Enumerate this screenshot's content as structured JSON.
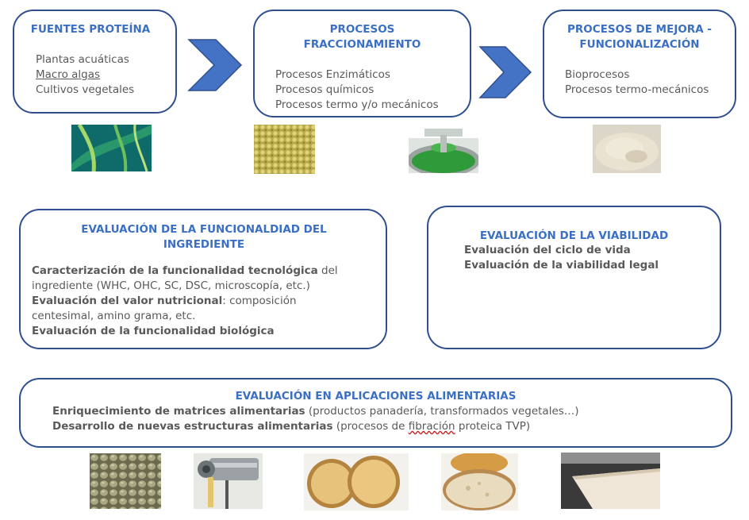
{
  "boxes": {
    "fuentes": {
      "title": "FUENTES PROTEÍNA",
      "items": [
        "Plantas acuáticas",
        "Macro algas",
        "Cultivos vegetales"
      ]
    },
    "procesos": {
      "title_line1": "PROCESOS",
      "title_line2": "FRACCIONAMIENTO",
      "items": [
        "Procesos Enzimáticos",
        "Procesos químicos",
        "Procesos termo y/o mecánicos"
      ]
    },
    "mejora": {
      "title_line1": "PROCESOS DE MEJORA -",
      "title_line2": "FUNCIONALIZACIÓN",
      "items": [
        "Bioprocesos",
        "Procesos termo-mecánicos"
      ]
    },
    "funcionalidad": {
      "title_line1": "EVALUACIÓN DE LA FUNCIONALDIAD DEL",
      "title_line2": "INGREDIENTE",
      "l1_bold": "Caracterización de la funcionalidad tecnológica",
      "l1_rest": " del",
      "l2": "ingrediente (WHC, OHC, SC, DSC, microscopía, etc.)",
      "l3_bold": "Evaluación del valor nutricional",
      "l3_rest": ": composición",
      "l4": "centesimal, amino grama, etc.",
      "l5_bold": "Evaluación de la funcionalidad biológica"
    },
    "viabilidad": {
      "title": "EVALUACIÓN DE LA VIABILIDAD",
      "items": [
        "Evaluación del ciclo de vida",
        "Evaluación de la viabilidad legal"
      ]
    },
    "aplicaciones": {
      "title": "EVALUACIÓN EN APLICACIONES ALIMENTARIAS",
      "l1_bold": "Enriquecimiento de matrices alimentarias",
      "l1_rest": " (productos panadería, transformados vegetales…)",
      "l2_bold": "Desarrollo de nuevas estructuras alimentarias",
      "l2_rest_a": " (procesos de ",
      "l2_wavy": "fibración",
      "l2_rest_b": " proteica TVP)"
    }
  },
  "colors": {
    "title_blue": "#3b6fc4",
    "border_navy": "#2f4f8f",
    "arrow_blue": "#4472c4",
    "text_grey": "#595959"
  },
  "photos": [
    "seaweed-photo",
    "protein-granules-photo",
    "treatment-ponds-photo",
    "protein-powder-photo",
    "texturized-pellets-photo",
    "extruder-photo",
    "biscuits-photo",
    "bread-photo",
    "extruded-sheet-photo"
  ]
}
